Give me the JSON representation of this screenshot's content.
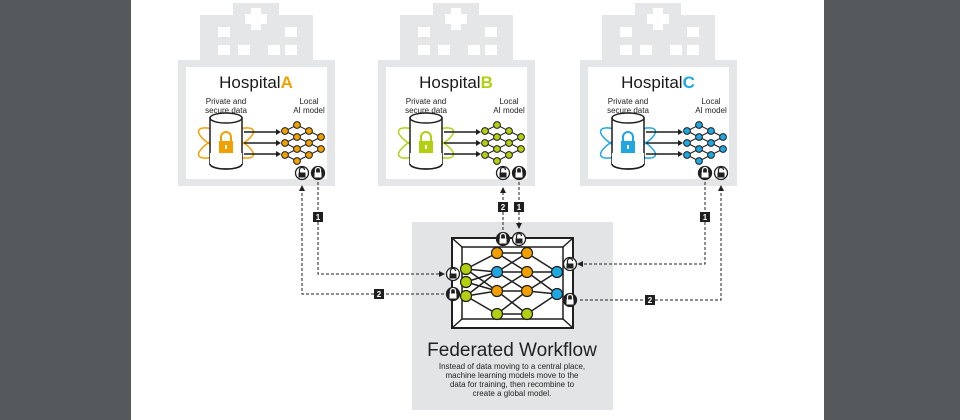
{
  "hospitals": [
    {
      "word": "Hospital",
      "letter": "A",
      "color": "#f2a000",
      "data_label_1": "Private and",
      "data_label_2": "secure data",
      "model_label_1": "Local",
      "model_label_2": "AI model"
    },
    {
      "word": "Hospital",
      "letter": "B",
      "color": "#b3cf10",
      "data_label_1": "Private and",
      "data_label_2": "secure data",
      "model_label_1": "Local",
      "model_label_2": "AI model"
    },
    {
      "word": "Hospital",
      "letter": "C",
      "color": "#1ea7e1",
      "data_label_1": "Private and",
      "data_label_2": "secure data",
      "model_label_1": "Local",
      "model_label_2": "AI model"
    }
  ],
  "federated": {
    "title": "Federated Workflow",
    "description": [
      "Instead of data moving to a central place,",
      "machine learning models move to the",
      "data for training, then recombine to",
      "create a global model."
    ]
  },
  "steps": {
    "one": "1",
    "two": "2"
  },
  "colors": {
    "building": "#e5e6e7",
    "panel": "#e3e4e5",
    "dark": "#1f1f1f",
    "orange": "#f2a000",
    "lime": "#b3cf10",
    "blue": "#1ea7e1"
  }
}
